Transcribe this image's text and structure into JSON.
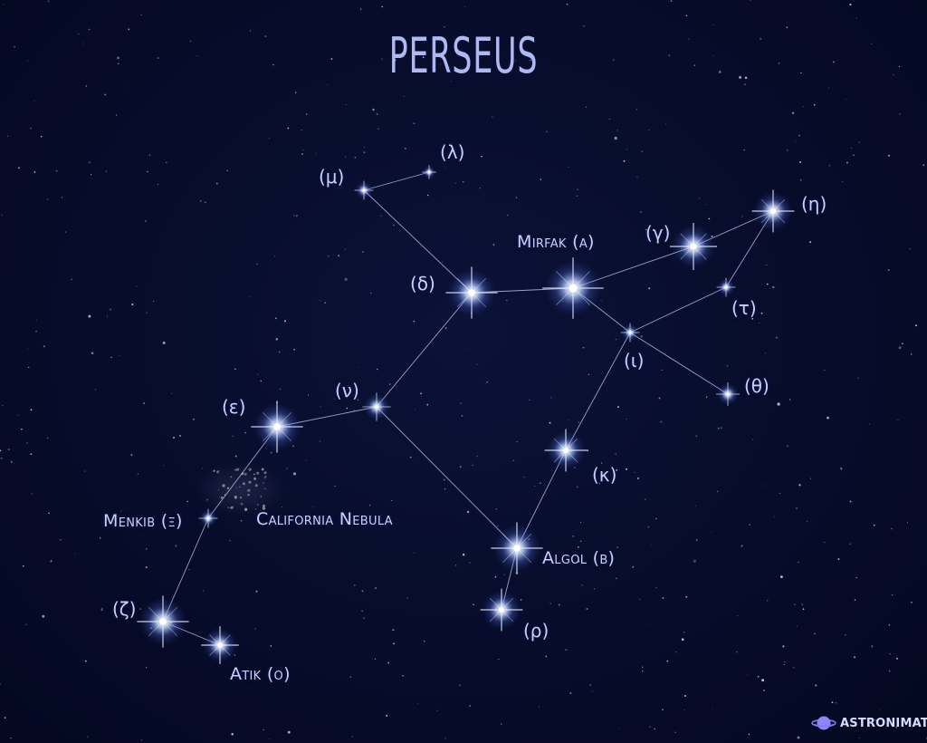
{
  "title": "PERSEUS",
  "colors": {
    "background": "#070c2b",
    "line": "#c8d0f5",
    "star": "#ffffff",
    "label": "#c9d1fb",
    "title": "#aeb8f2",
    "logo": "#8f86ff"
  },
  "stars": {
    "lambda": "(λ)",
    "mu": "(μ)",
    "eta": "(η)",
    "gamma": "(γ)",
    "alpha": "Mirfak (α)",
    "delta": "(δ)",
    "tau": "(τ)",
    "iota": "(ι)",
    "theta": "(θ)",
    "nu": "(ν)",
    "epsilon": "(ε)",
    "kappa": "(κ)",
    "xi": "Menkib (ξ)",
    "beta": "Algol (β)",
    "rho": "(ρ)",
    "zeta": "(ζ)",
    "omicron": "Atik (ο)"
  },
  "nebula": "California Nebula",
  "logo": {
    "text": "ASTRONIMATE",
    "icon": "planet-icon"
  }
}
